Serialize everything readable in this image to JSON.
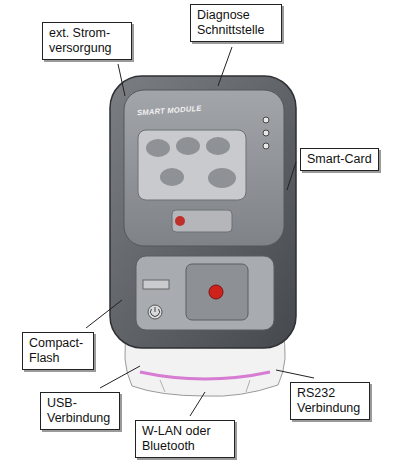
{
  "diagram": {
    "nodes": [
      {
        "text": [
          "ext. Strom- versorgung"
        ]
      },
      {
        "text": [
          "Diagnose Schnittstelle"
        ]
      },
      {
        "text": [
          "Smart-Card"
        ]
      },
      {
        "text": [
          "Compact- Flash"
        ]
      },
      {
        "text": [
          "USB- Verbindung"
        ]
      },
      {
        "text": [
          "W-LAN oder Bluetooth"
        ]
      },
      {
        "text": [
          "RS232 Verbindung"
        ]
      }
    ],
    "labels": [
      "SMART MODULE"
    ]
  }
}
